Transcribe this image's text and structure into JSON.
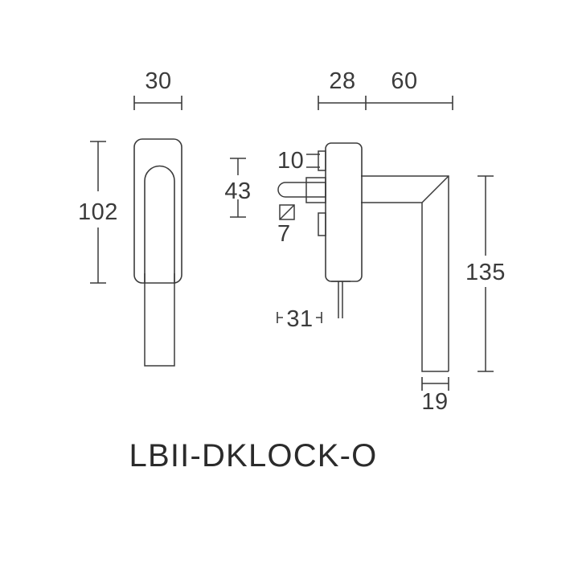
{
  "document": {
    "title": "LBII-DKLOCK-O",
    "type": "technical-drawing",
    "subject": "window handle with lock (DK lock)",
    "background_color": "#ffffff",
    "line_color": "#3b3b3b",
    "text_color": "#2b2b2b",
    "units": "mm"
  },
  "views": {
    "front": {
      "name": "front-view",
      "description": "rosette backplate with lever shaft seen from front"
    },
    "side": {
      "name": "side-view",
      "description": "lock body in profile with spindle, key cylinder and L-shaped lever"
    }
  },
  "dimensions": {
    "width_30": {
      "value": "30",
      "orientation": "horizontal",
      "view": "front"
    },
    "height_102": {
      "value": "102",
      "orientation": "vertical",
      "view": "front"
    },
    "height_43": {
      "value": "43",
      "orientation": "vertical",
      "view": "side"
    },
    "offset_10": {
      "value": "10",
      "orientation": "horizontal",
      "view": "side"
    },
    "square_7": {
      "value": "7",
      "orientation": "symbol",
      "view": "side",
      "symbol": "square-spindle-icon"
    },
    "depth_28": {
      "value": "28",
      "orientation": "horizontal",
      "view": "side"
    },
    "length_60": {
      "value": "60",
      "orientation": "horizontal",
      "view": "side"
    },
    "height_135": {
      "value": "135",
      "orientation": "vertical",
      "view": "side"
    },
    "width_19": {
      "value": "19",
      "orientation": "horizontal",
      "view": "side"
    },
    "depth_31": {
      "value": "31",
      "orientation": "horizontal",
      "view": "side"
    }
  },
  "chart_data": {
    "type": "table",
    "title": "LBII-DKLOCK-O",
    "categories": [
      "30",
      "102",
      "43",
      "10",
      "7",
      "28",
      "60",
      "135",
      "19",
      "31"
    ],
    "values": [
      30,
      102,
      43,
      10,
      7,
      28,
      60,
      135,
      19,
      31
    ],
    "xlabel": "dimension label",
    "ylabel": "millimetres"
  }
}
